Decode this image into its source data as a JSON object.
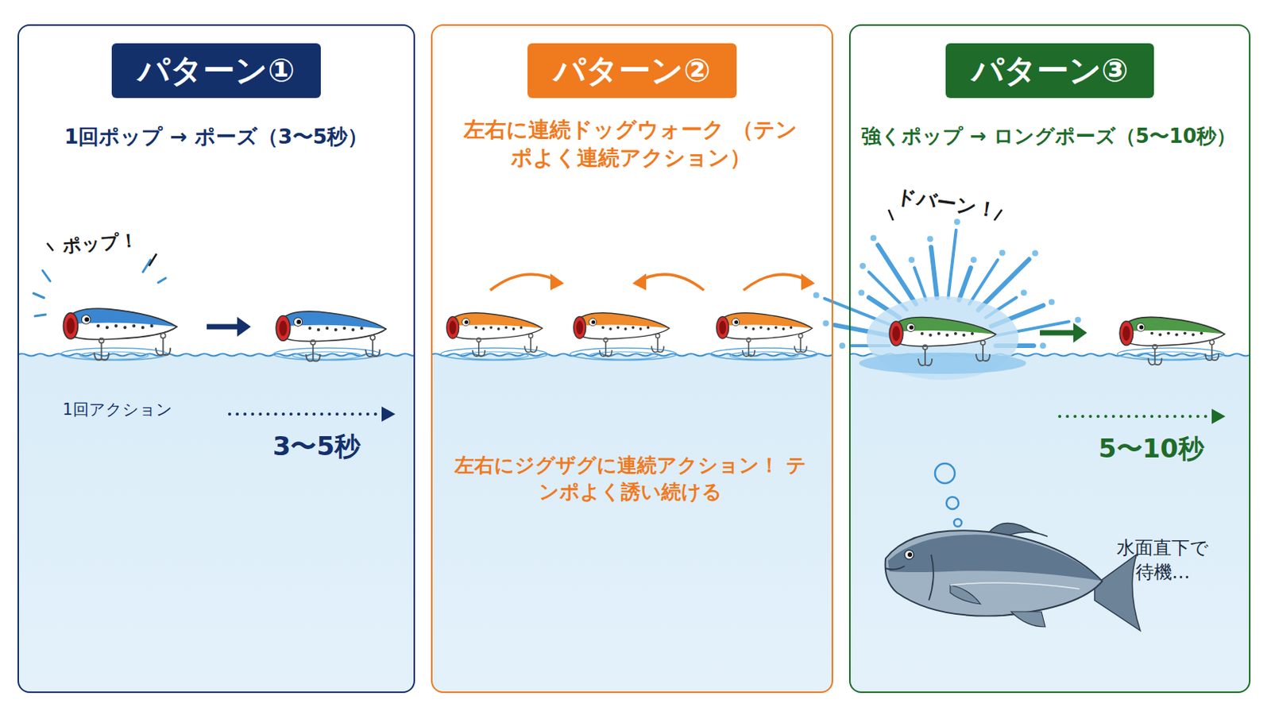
{
  "diagram": {
    "nodes": [
      {
        "text": [
          "1回ポップ → ポーズ（3〜5秒）",
          "ポップ！",
          "1回アクション",
          "3〜5秒"
        ]
      },
      {
        "text": [
          "パターン①"
        ],
        "in": 0
      },
      {
        "text": [
          "左右に連続ドッグウォーク （テンポよく連続アクション）",
          "左右にジグザグに連続アクション！ テンポよく誘い続ける"
        ]
      },
      {
        "text": [
          "パターン②"
        ],
        "in": 2
      },
      {
        "text": [
          "強くポップ → ロングポーズ（5〜10秒）",
          "ドバーン！",
          "5〜10秒",
          "水面直下で 待機…"
        ]
      },
      {
        "text": [
          "パターン③"
        ],
        "in": 4
      }
    ]
  }
}
